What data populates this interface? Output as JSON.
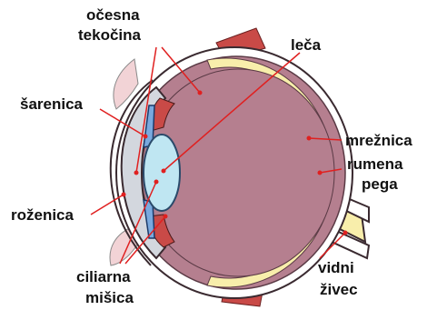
{
  "labels": {
    "aqueous_line1": "očesna",
    "aqueous_line2": "tekočina",
    "lens": "leča",
    "iris": "šarenica",
    "retina": "mrežnica",
    "macula_line1": "rumena",
    "macula_line2": "pega",
    "cornea": "roženica",
    "ciliary_line1": "ciliarna",
    "ciliary_line2": "mišica",
    "optic_line1": "vidni",
    "optic_line2": "živec"
  },
  "colors": {
    "vitreous": "#b57f8f",
    "retina": "#f8eeab",
    "sclera": "#ffffff",
    "outline": "#4a2f39",
    "lens": "#bfe6f2",
    "iris": "#7aa9de",
    "cornea": "#d3d7de",
    "muscle": "#c94a47",
    "eyelid": "#f2d3d6",
    "pointer": "#e02020"
  }
}
